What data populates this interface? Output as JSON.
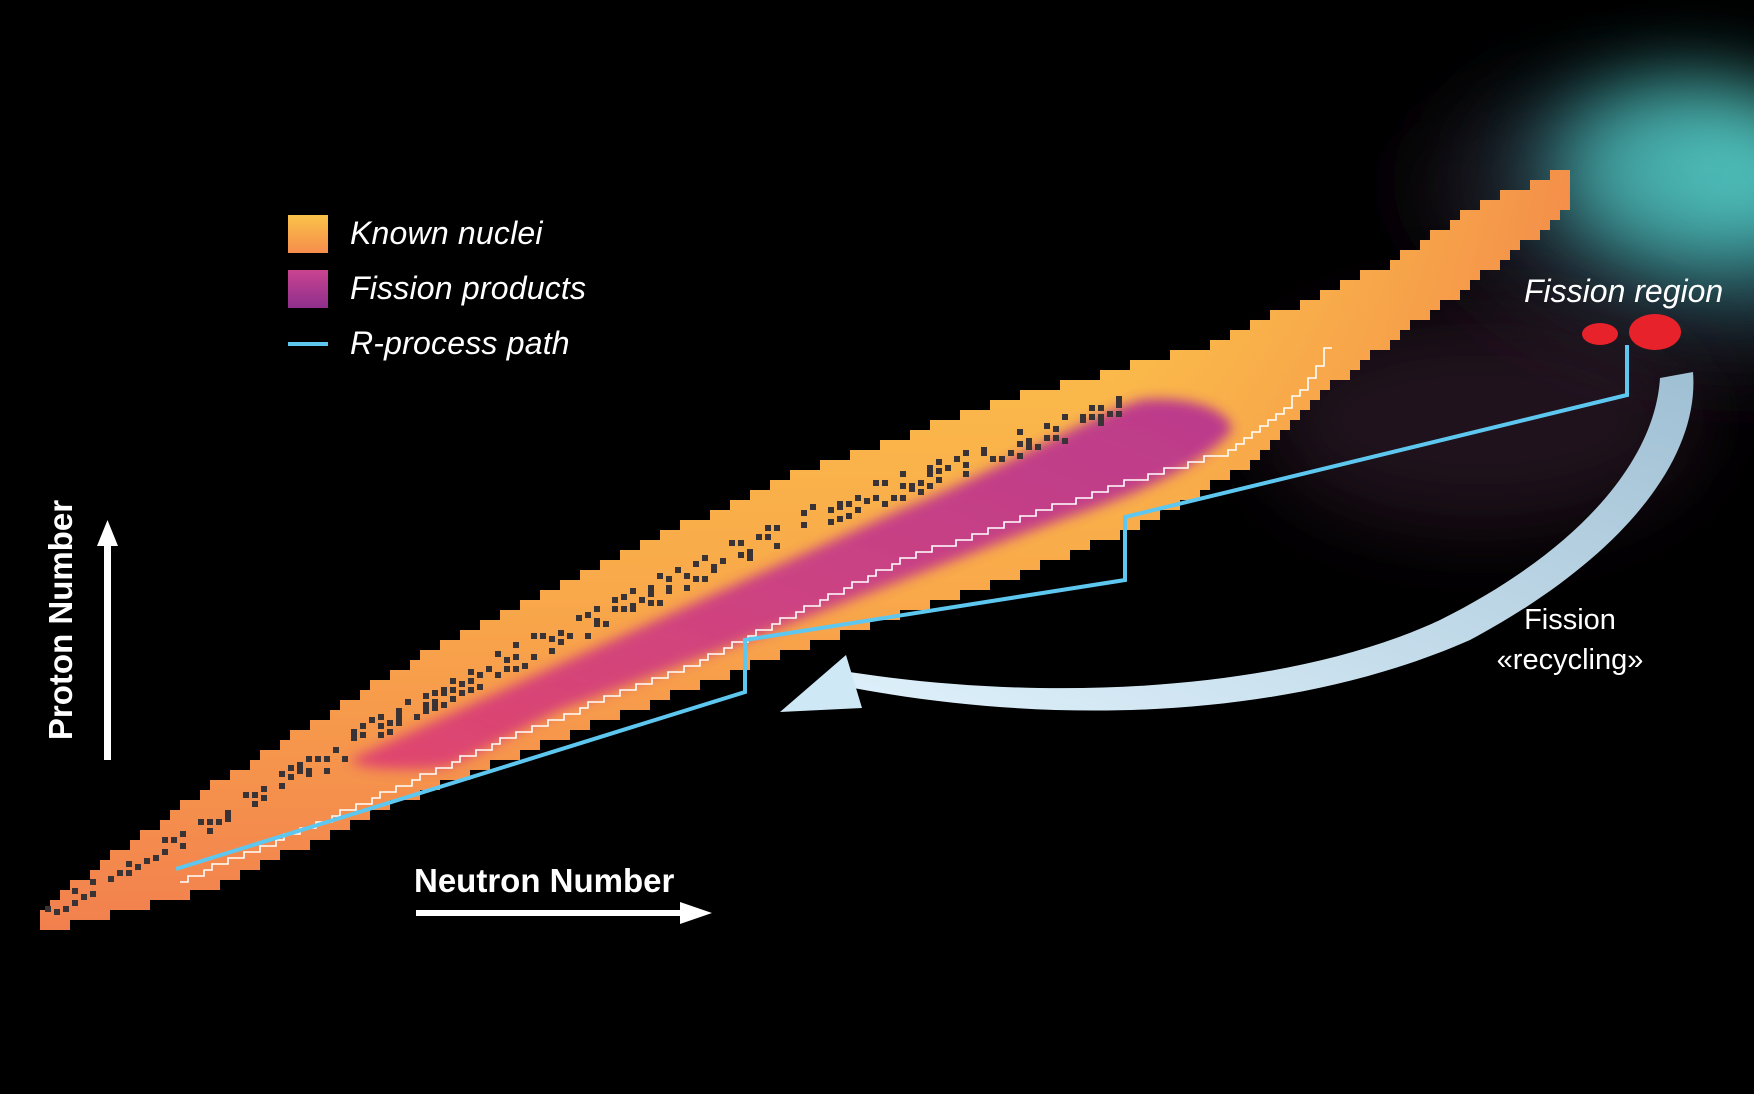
{
  "legend": {
    "items": [
      {
        "label": "Known nuclei",
        "swatch": "known"
      },
      {
        "label": "Fission products",
        "swatch": "fission"
      },
      {
        "label": "R-process path",
        "swatch": "line"
      }
    ]
  },
  "axes": {
    "x_label": "Neutron Number",
    "y_label": "Proton Number"
  },
  "annotations": {
    "fission_region": "Fission region",
    "recycling_line1": "Fission",
    "recycling_line2": "«recycling»"
  },
  "colors": {
    "background": "#000000",
    "known_nuclei_top": "#fbc349",
    "known_nuclei_bottom": "#f58d4c",
    "fission_products": "#c23d86",
    "r_process_path": "#5ec7f0",
    "fission_dots": "#e8222b",
    "recycling_arrow": "#cfe8f5",
    "fission_glow": "#49c6c4"
  },
  "icons": {
    "x_axis_arrow": "arrow-right-icon",
    "y_axis_arrow": "arrow-up-icon",
    "recycling_arrow": "curved-arrow-icon"
  }
}
